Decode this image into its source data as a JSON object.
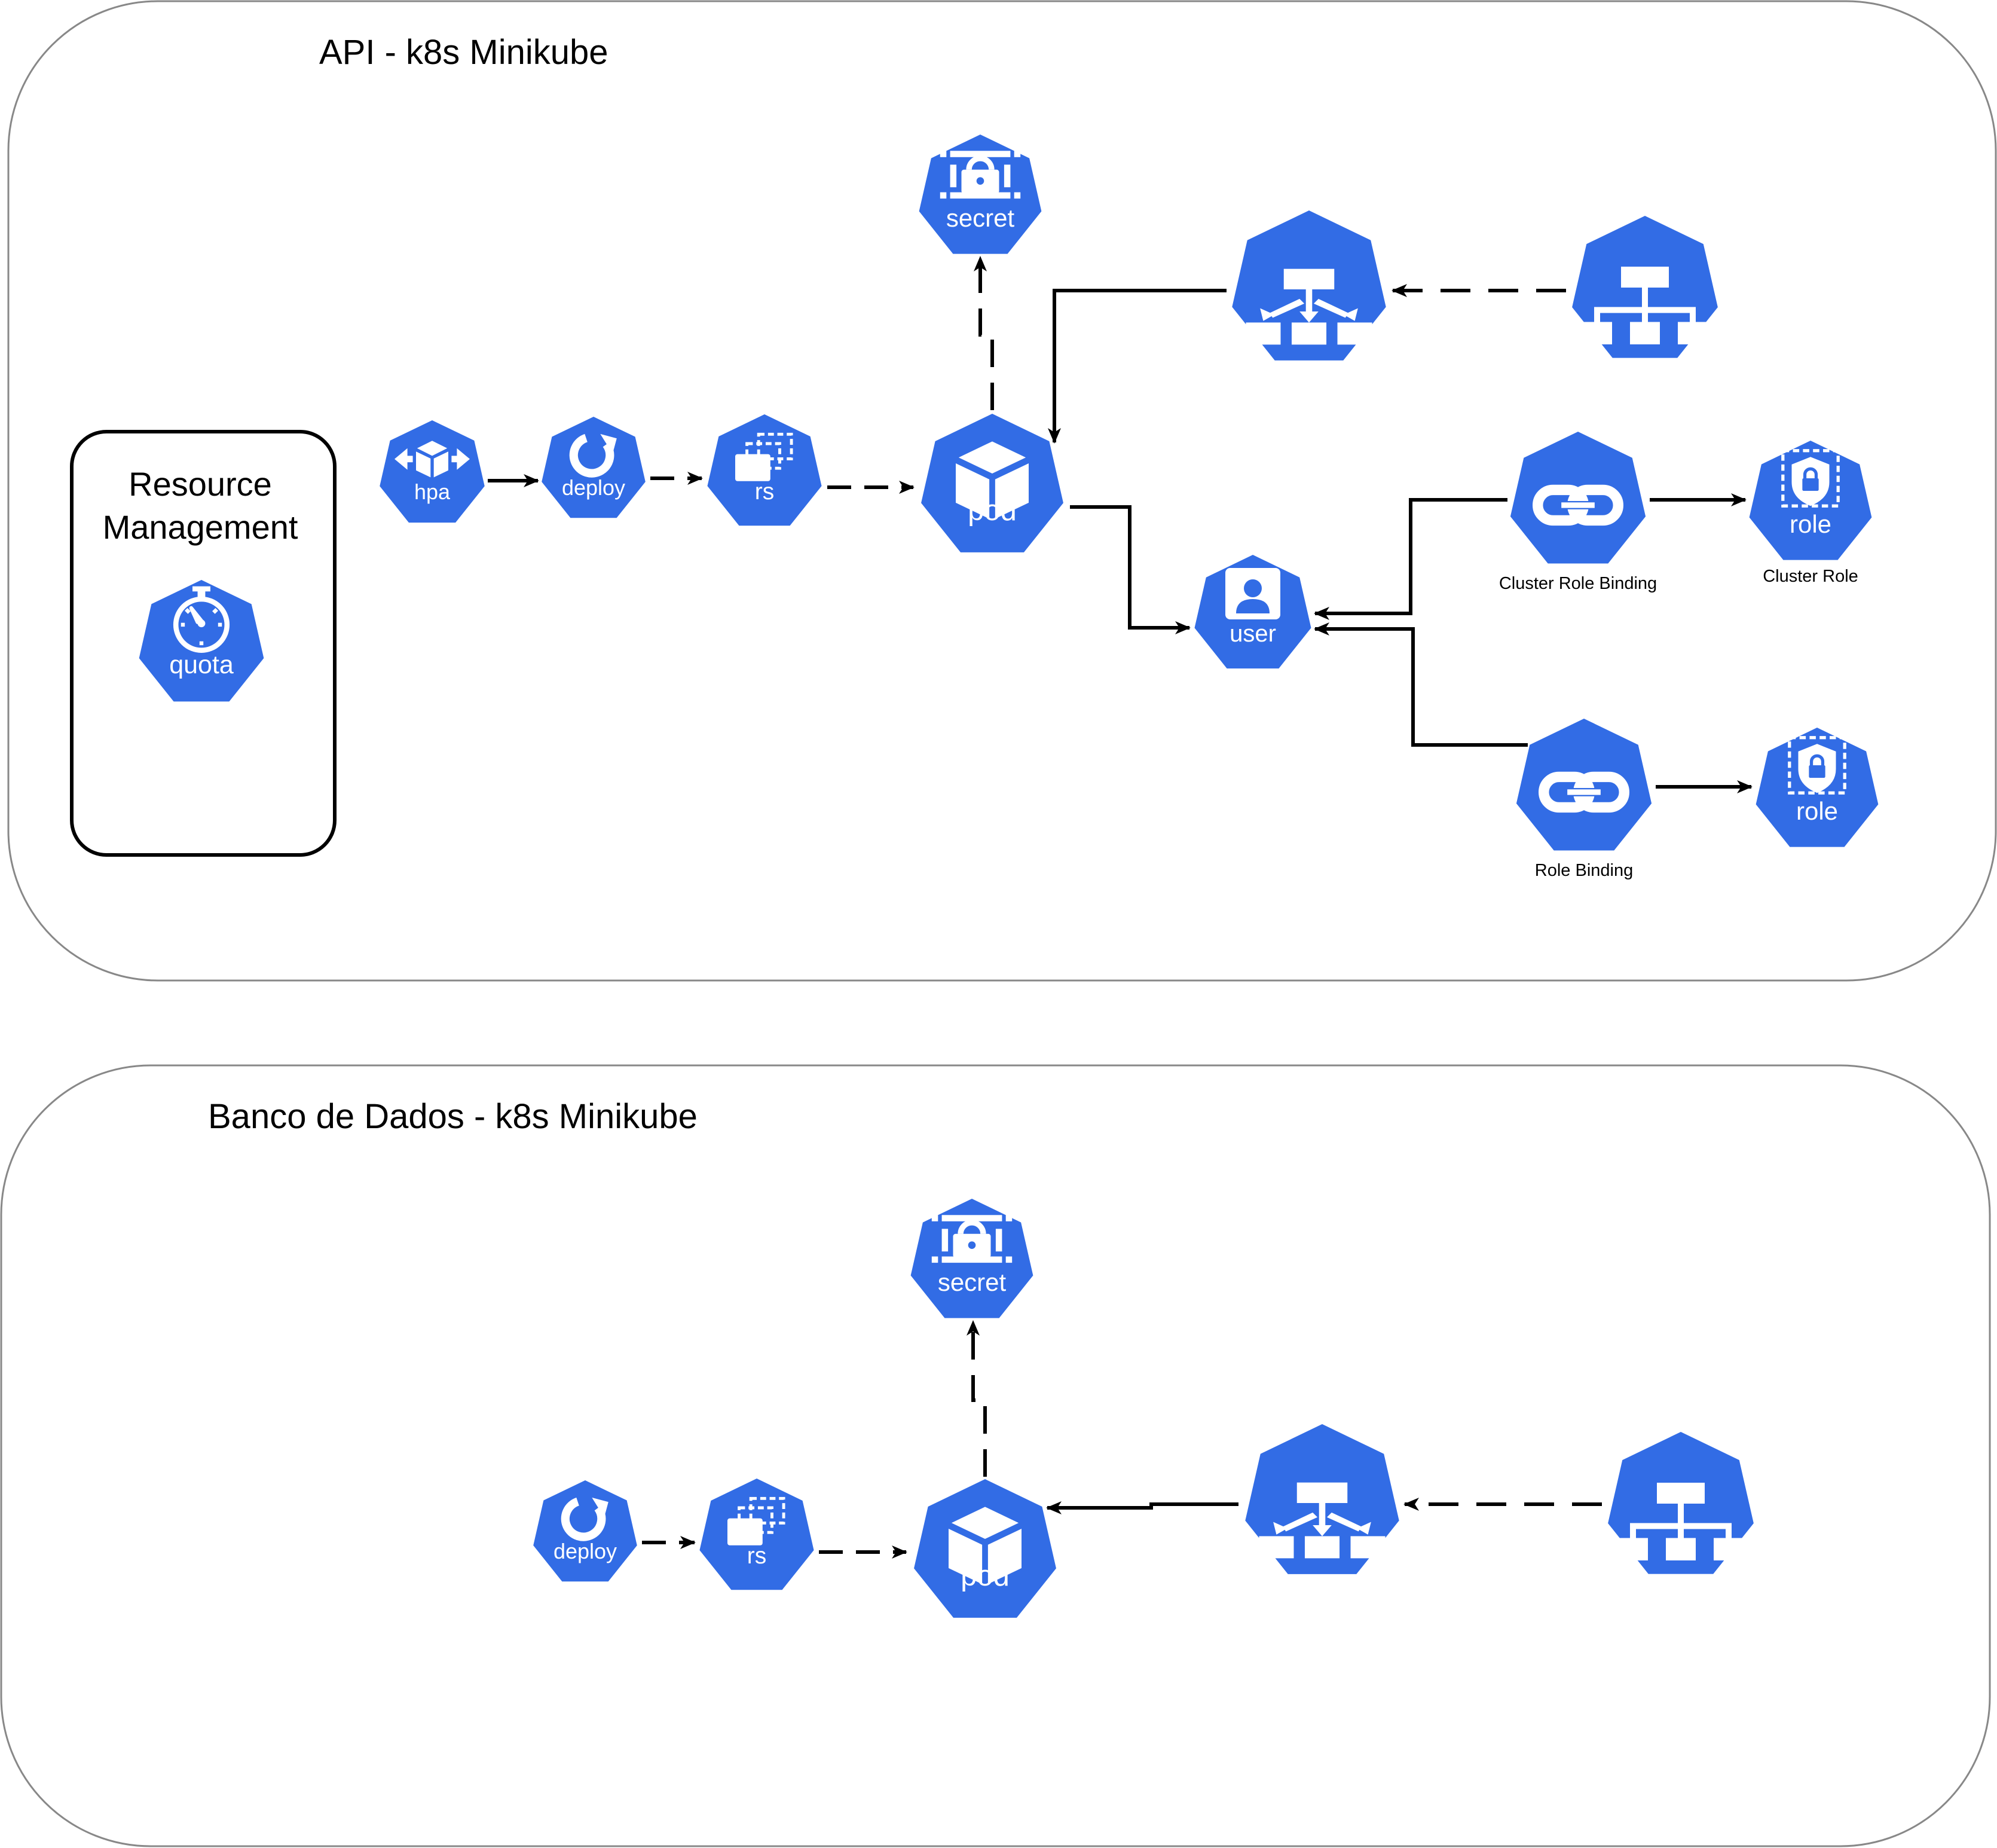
{
  "colors": {
    "node": "#326ce5",
    "icon": "#ffffff",
    "edge": "#000000",
    "panel_border": "#888888"
  },
  "panels": {
    "api": {
      "title": "API - k8s Minikube"
    },
    "db": {
      "title": "Banco de Dados - k8s Minikube"
    }
  },
  "resource_management": {
    "title": "Resource Management"
  },
  "nodes": {
    "api_quota": {
      "label": "quota",
      "icon": "quota-icon"
    },
    "api_hpa": {
      "label": "hpa",
      "icon": "hpa-icon"
    },
    "api_deploy": {
      "label": "deploy",
      "icon": "deploy-icon"
    },
    "api_rs": {
      "label": "rs",
      "icon": "replicaset-icon"
    },
    "api_pod": {
      "label": "pod",
      "icon": "pod-icon"
    },
    "api_secret": {
      "label": "secret",
      "icon": "secret-icon"
    },
    "api_svc": {
      "label": "",
      "icon": "service-icon"
    },
    "api_ing": {
      "label": "",
      "icon": "ingress-icon"
    },
    "api_user": {
      "label": "user",
      "icon": "user-icon"
    },
    "api_crb": {
      "label": "",
      "icon": "link-icon",
      "caption": "Cluster Role Binding"
    },
    "api_crole": {
      "label": "role",
      "icon": "role-icon",
      "caption": "Cluster Role"
    },
    "api_rb": {
      "label": "",
      "icon": "link-icon",
      "caption": "Role Binding"
    },
    "api_role": {
      "label": "role",
      "icon": "role-icon"
    },
    "db_deploy": {
      "label": "deploy",
      "icon": "deploy-icon"
    },
    "db_rs": {
      "label": "rs",
      "icon": "replicaset-icon"
    },
    "db_pod": {
      "label": "pod",
      "icon": "pod-icon"
    },
    "db_secret": {
      "label": "secret",
      "icon": "secret-icon"
    },
    "db_svc": {
      "label": "",
      "icon": "service-icon"
    },
    "db_ing": {
      "label": "",
      "icon": "ingress-icon"
    }
  },
  "edges": [
    {
      "from": "api_hpa",
      "to": "api_deploy",
      "style": "solid"
    },
    {
      "from": "api_deploy",
      "to": "api_rs",
      "style": "dashed"
    },
    {
      "from": "api_rs",
      "to": "api_pod",
      "style": "dashed"
    },
    {
      "from": "api_pod",
      "to": "api_secret",
      "style": "dashed"
    },
    {
      "from": "api_ing",
      "to": "api_svc",
      "style": "dashed"
    },
    {
      "from": "api_svc",
      "to": "api_pod",
      "style": "solid"
    },
    {
      "from": "api_pod",
      "to": "api_user",
      "style": "solid"
    },
    {
      "from": "api_crb",
      "to": "api_user",
      "style": "solid"
    },
    {
      "from": "api_rb",
      "to": "api_user",
      "style": "solid"
    },
    {
      "from": "api_crb",
      "to": "api_crole",
      "style": "solid"
    },
    {
      "from": "api_rb",
      "to": "api_role",
      "style": "solid"
    },
    {
      "from": "db_deploy",
      "to": "db_rs",
      "style": "dashed"
    },
    {
      "from": "db_rs",
      "to": "db_pod",
      "style": "dashed"
    },
    {
      "from": "db_pod",
      "to": "db_secret",
      "style": "dashed"
    },
    {
      "from": "db_ing",
      "to": "db_svc",
      "style": "dashed"
    },
    {
      "from": "db_svc",
      "to": "db_pod",
      "style": "solid"
    }
  ]
}
